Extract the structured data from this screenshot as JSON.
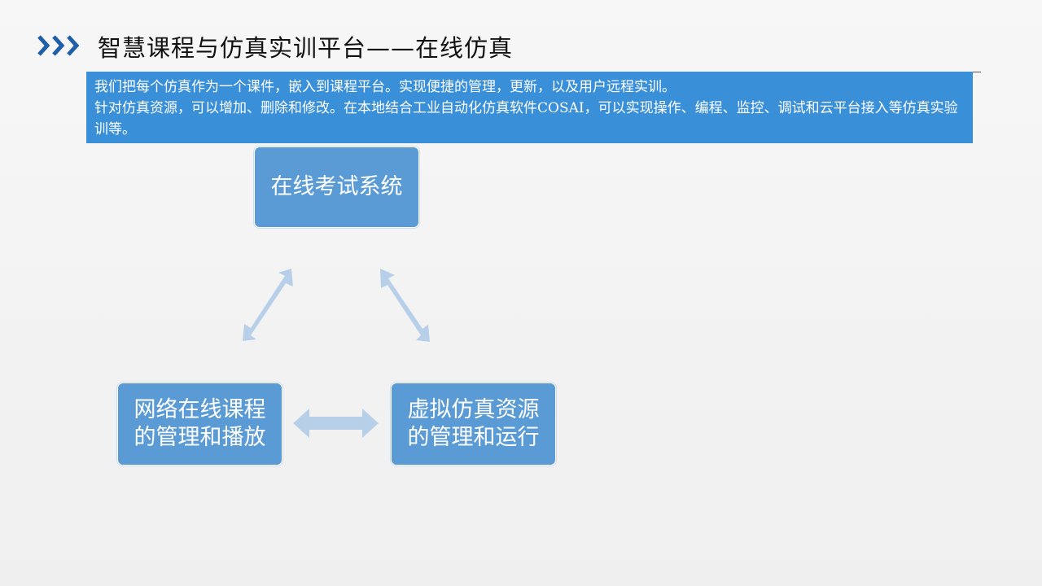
{
  "header": {
    "title": "智慧课程与仿真实训平台——在线仿真",
    "icon": "triple-chevron-right-icon",
    "accent_color": "#1f5fa8"
  },
  "intro": {
    "line1": "我们把每个仿真作为一个课件，嵌入到课程平台。实现便捷的管理，更新，以及用户远程实训。",
    "line2": "针对仿真资源，可以增加、删除和修改。在本地结合工业自动化仿真软件COSAI，可以实现操作、编程、监控、调试和云平台接入等仿真实验训等。",
    "background_color": "#3a8fd9"
  },
  "diagram": {
    "node_color": "#5b9bd5",
    "arrow_color": "#b8cfea",
    "nodes": {
      "top": {
        "label": "在线考试系统"
      },
      "left": {
        "line1": "网络在线课程",
        "line2": "的管理和播放"
      },
      "right": {
        "line1": "虚拟仿真资源",
        "line2": "的管理和运行"
      }
    }
  }
}
